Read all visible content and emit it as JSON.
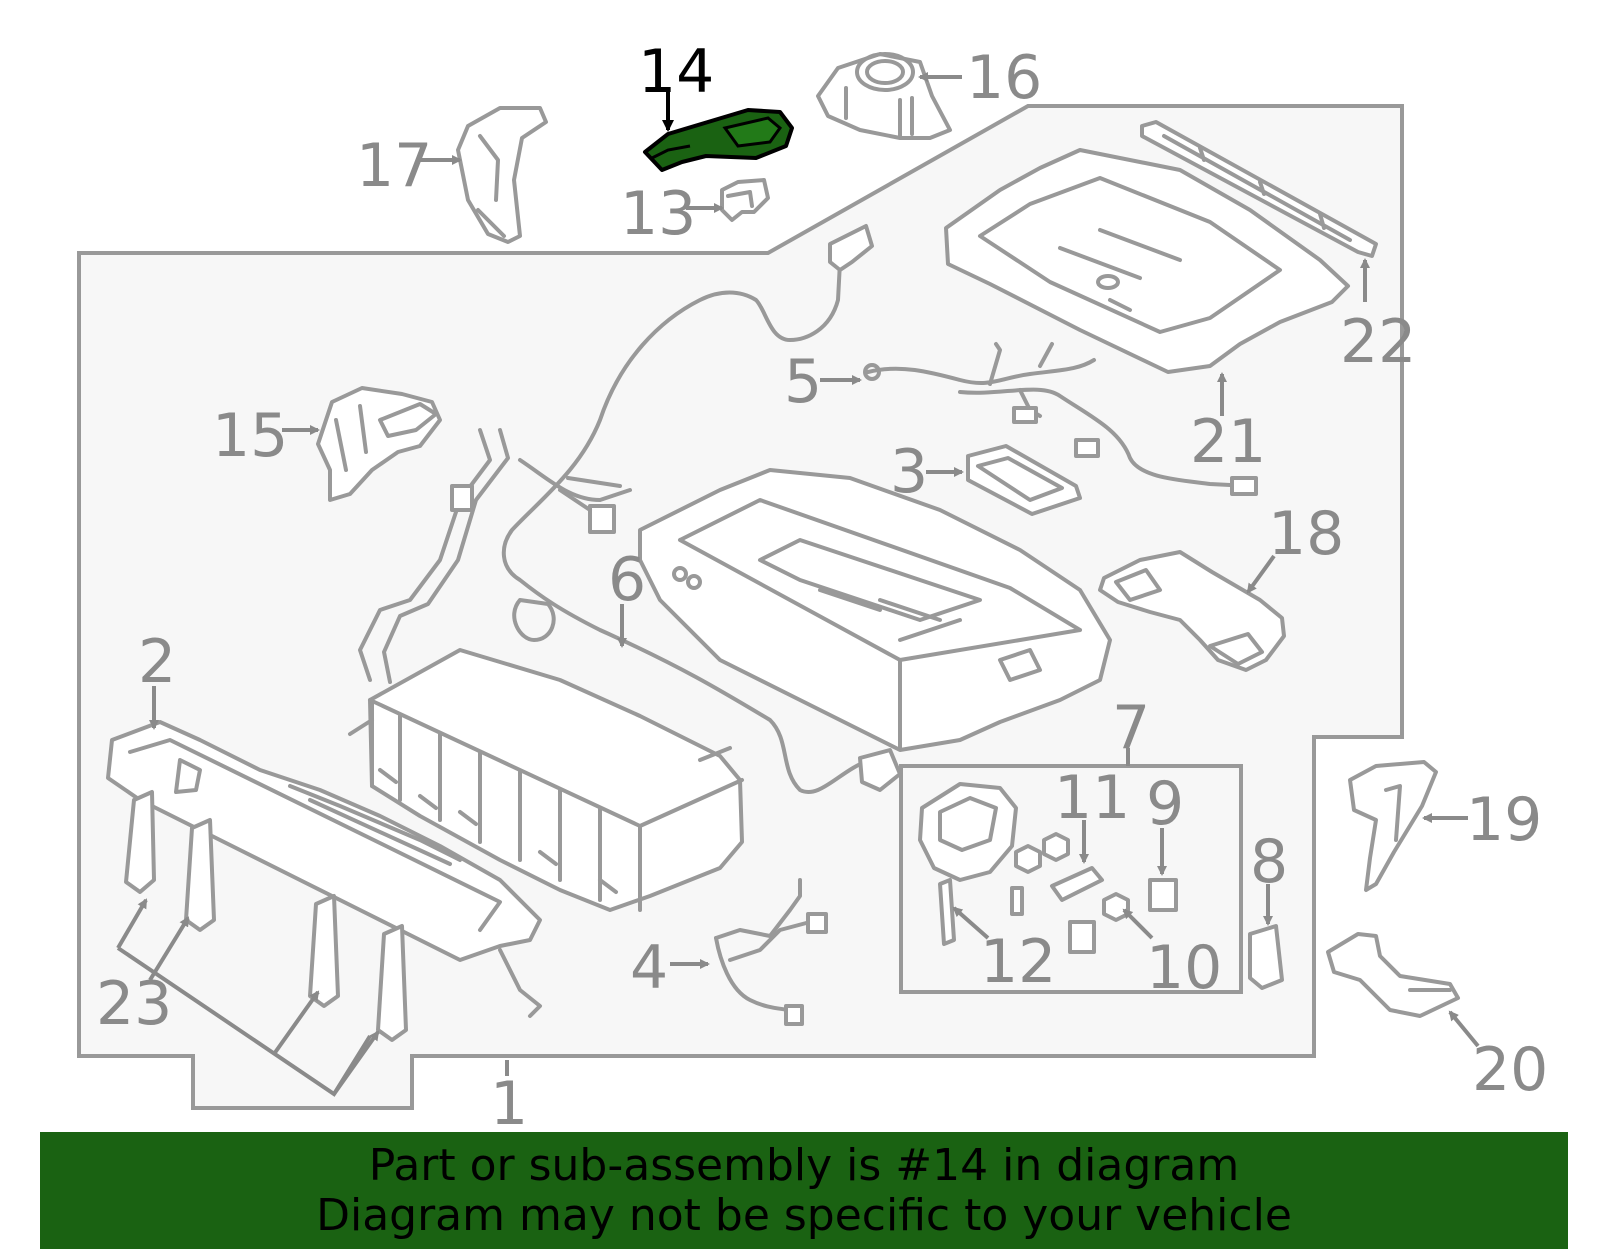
{
  "highlight_color": "#1a6212",
  "callout_color": "#8a8a8a",
  "callouts": {
    "c1": "1",
    "c2": "2",
    "c3": "3",
    "c4": "4",
    "c5": "5",
    "c6": "6",
    "c7": "7",
    "c8": "8",
    "c9": "9",
    "c10": "10",
    "c11": "11",
    "c12": "12",
    "c13": "13",
    "c14": "14",
    "c15": "15",
    "c16": "16",
    "c17": "17",
    "c18": "18",
    "c19": "19",
    "c20": "20",
    "c21": "21",
    "c22": "22",
    "c23": "23"
  },
  "banner": {
    "line1": "Part or sub-assembly is #14 in diagram",
    "line2": "Diagram may not be specific to your vehicle"
  }
}
